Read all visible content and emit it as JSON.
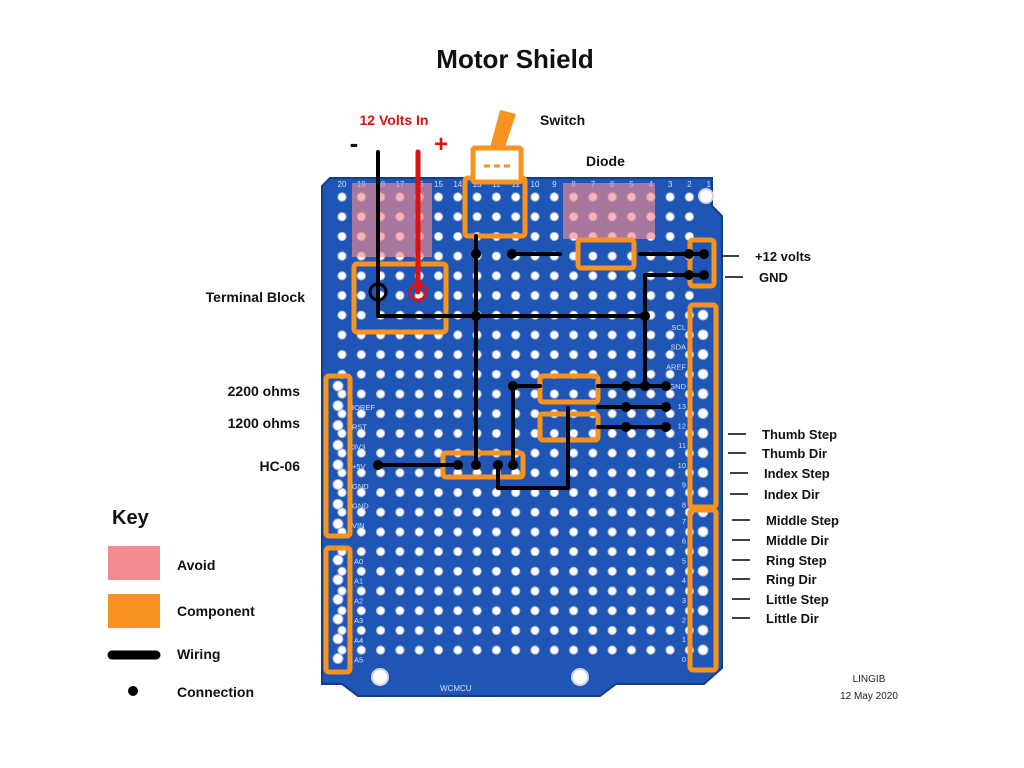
{
  "title": "Motor Shield",
  "power": {
    "label": "12 Volts In",
    "minus": "-",
    "plus": "+"
  },
  "components": {
    "switch": "Switch",
    "diode": "Diode",
    "terminal_block": "Terminal Block",
    "r2200": "2200 ohms",
    "r1200": "1200 ohms",
    "hc06": "HC-06"
  },
  "right_labels": [
    "+12 volts",
    "GND",
    "Thumb Step",
    "Thumb Dir",
    "Index Step",
    "Index Dir",
    "Middle Step",
    "Middle Dir",
    "Ring  Step",
    "Ring Dir",
    "Little Step",
    "Little Dir"
  ],
  "key": {
    "title": "Key",
    "items": [
      {
        "label": "Avoid",
        "color": "#f28a90",
        "icon": "avoid-swatch"
      },
      {
        "label": "Component",
        "color": "#f7931e",
        "icon": "component-swatch"
      },
      {
        "label": "Wiring",
        "color": "#000000",
        "icon": "wiring-line"
      },
      {
        "label": "Connection",
        "color": "#000000",
        "icon": "connection-dot"
      }
    ]
  },
  "board": {
    "top_numbers": [
      "20",
      "19",
      "18",
      "17",
      "16",
      "15",
      "14",
      "13",
      "12",
      "11",
      "10",
      "9",
      "8",
      "7",
      "6",
      "5",
      "4",
      "3",
      "2",
      "1"
    ],
    "left_header": [
      "IOREF",
      "RST",
      "3V3",
      "+5V",
      "GND",
      "GND",
      "VIN"
    ],
    "analog_header": [
      "A0",
      "A1",
      "A2",
      "A3",
      "A4",
      "A5"
    ],
    "right_header_upper": [
      "SCL",
      "SDA",
      "AREF",
      "GND",
      "13",
      "12",
      "11",
      "10",
      "9",
      "8"
    ],
    "right_header_lower": [
      "7",
      "6",
      "5",
      "4",
      "3",
      "2",
      "1",
      "0"
    ],
    "maker": "WCMCU"
  },
  "credits": {
    "author": "LINGIB",
    "date": "12 May 2020"
  },
  "colors": {
    "board": "#1f55b5",
    "component": "#f7931e",
    "avoid": "#f28a90",
    "wire": "#000000",
    "red_wire": "#e01010"
  }
}
